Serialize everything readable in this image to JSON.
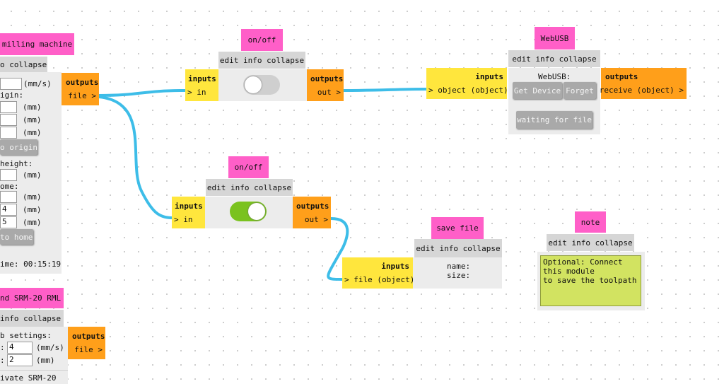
{
  "mill": {
    "title": "milling machine",
    "bar": "o collapse",
    "speed_unit": "(mm/s)",
    "origin_label": "igin:",
    "origin_units": [
      "(mm)",
      "(mm)",
      "(mm)"
    ],
    "origin_button": "o origin",
    "height_label": "height:",
    "height_unit": "(mm)",
    "home_label": "ome:",
    "home_values": [
      "",
      "4",
      "5"
    ],
    "home_units": [
      "(mm)",
      "(mm)",
      "(mm)"
    ],
    "home_button": "to home",
    "time_text": "ime: 00:15:19",
    "outputs_label": "outputs",
    "output_port": "file"
  },
  "srm": {
    "title": "nd SRM-20 RML",
    "bar": " info collapse",
    "settings_label": "b settings:",
    "speed_value": "4",
    "speed_unit": "(mm/s)",
    "jog_value": "2",
    "jog_unit": "(mm)",
    "activate_text": "ivate SRM-20",
    "outputs_label": "outputs",
    "output_port": "file"
  },
  "onoff1": {
    "title": "on/off",
    "bar": "edit info collapse",
    "inputs_label": "inputs",
    "input_port": "in",
    "outputs_label": "outputs",
    "output_port": "out",
    "state": "off"
  },
  "onoff2": {
    "title": "on/off",
    "bar": "edit info collapse",
    "inputs_label": "inputs",
    "input_port": "in",
    "outputs_label": "outputs",
    "output_port": "out",
    "state": "on"
  },
  "webusb": {
    "title": "WebUSB",
    "bar": "edit info collapse",
    "inputs_label": "inputs",
    "input_port": "object (object)",
    "label": "WebUSB:",
    "get_device": "Get Device",
    "forget": "Forget",
    "status": "waiting for file",
    "outputs_label": "outputs",
    "output_port": "receive (object)"
  },
  "savefile": {
    "title": "save file",
    "bar": "edit info collapse",
    "inputs_label": "inputs",
    "input_port": "file (object)",
    "name_label": "name:",
    "size_label": "size:"
  },
  "note": {
    "title": "note",
    "bar": "edit info collapse",
    "text": "Optional: Connect\nthis module\nto save the toolpath"
  },
  "colors": {
    "title": "#ff5fc8",
    "inputs": "#ffe63d",
    "outputs": "#ff9f1a",
    "wire": "#3dbde8",
    "toggle_on": "#7ac21f",
    "toggle_off": "#cfcfcf"
  }
}
